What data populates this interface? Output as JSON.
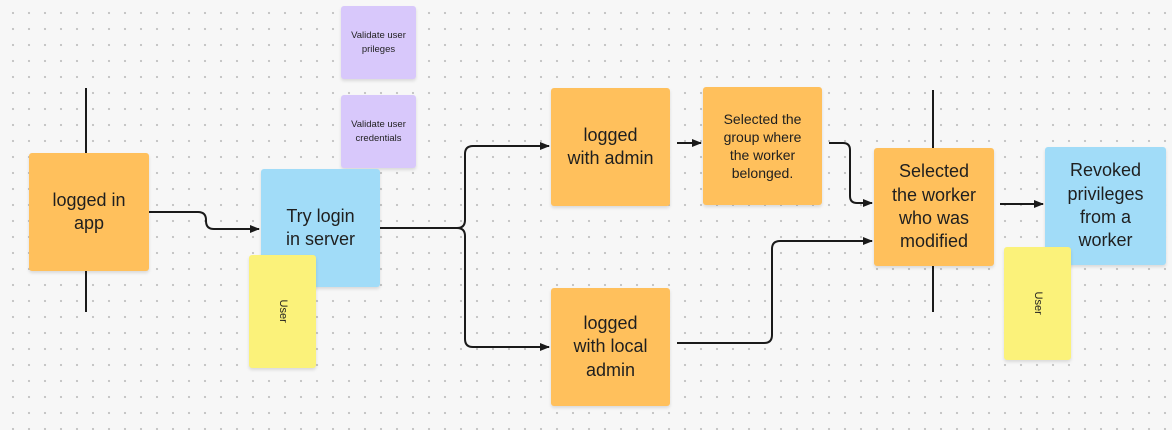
{
  "nodes": {
    "logged_in_app": "logged in\napp",
    "try_login": "Try login\nin server",
    "validate_privileges": "Validate user\nprileges",
    "validate_credentials": "Validate user\ncredentials",
    "user_left": "User",
    "logged_with_admin": "logged\nwith admin",
    "logged_with_local_admin": "logged\nwith local\nadmin",
    "selected_group": "Selected the\ngroup where\nthe worker\nbelonged.",
    "selected_worker": "Selected\nthe worker\nwho was\nmodified",
    "revoked_privileges": "Revoked\nprivileges\nfrom a\nworker",
    "user_right": "User"
  },
  "colors": {
    "orange": "#ffc05c",
    "blue": "#a1dcf8",
    "purple": "#d8c8fb",
    "yellow": "#fbf27a",
    "connector": "#1a1a1a"
  }
}
